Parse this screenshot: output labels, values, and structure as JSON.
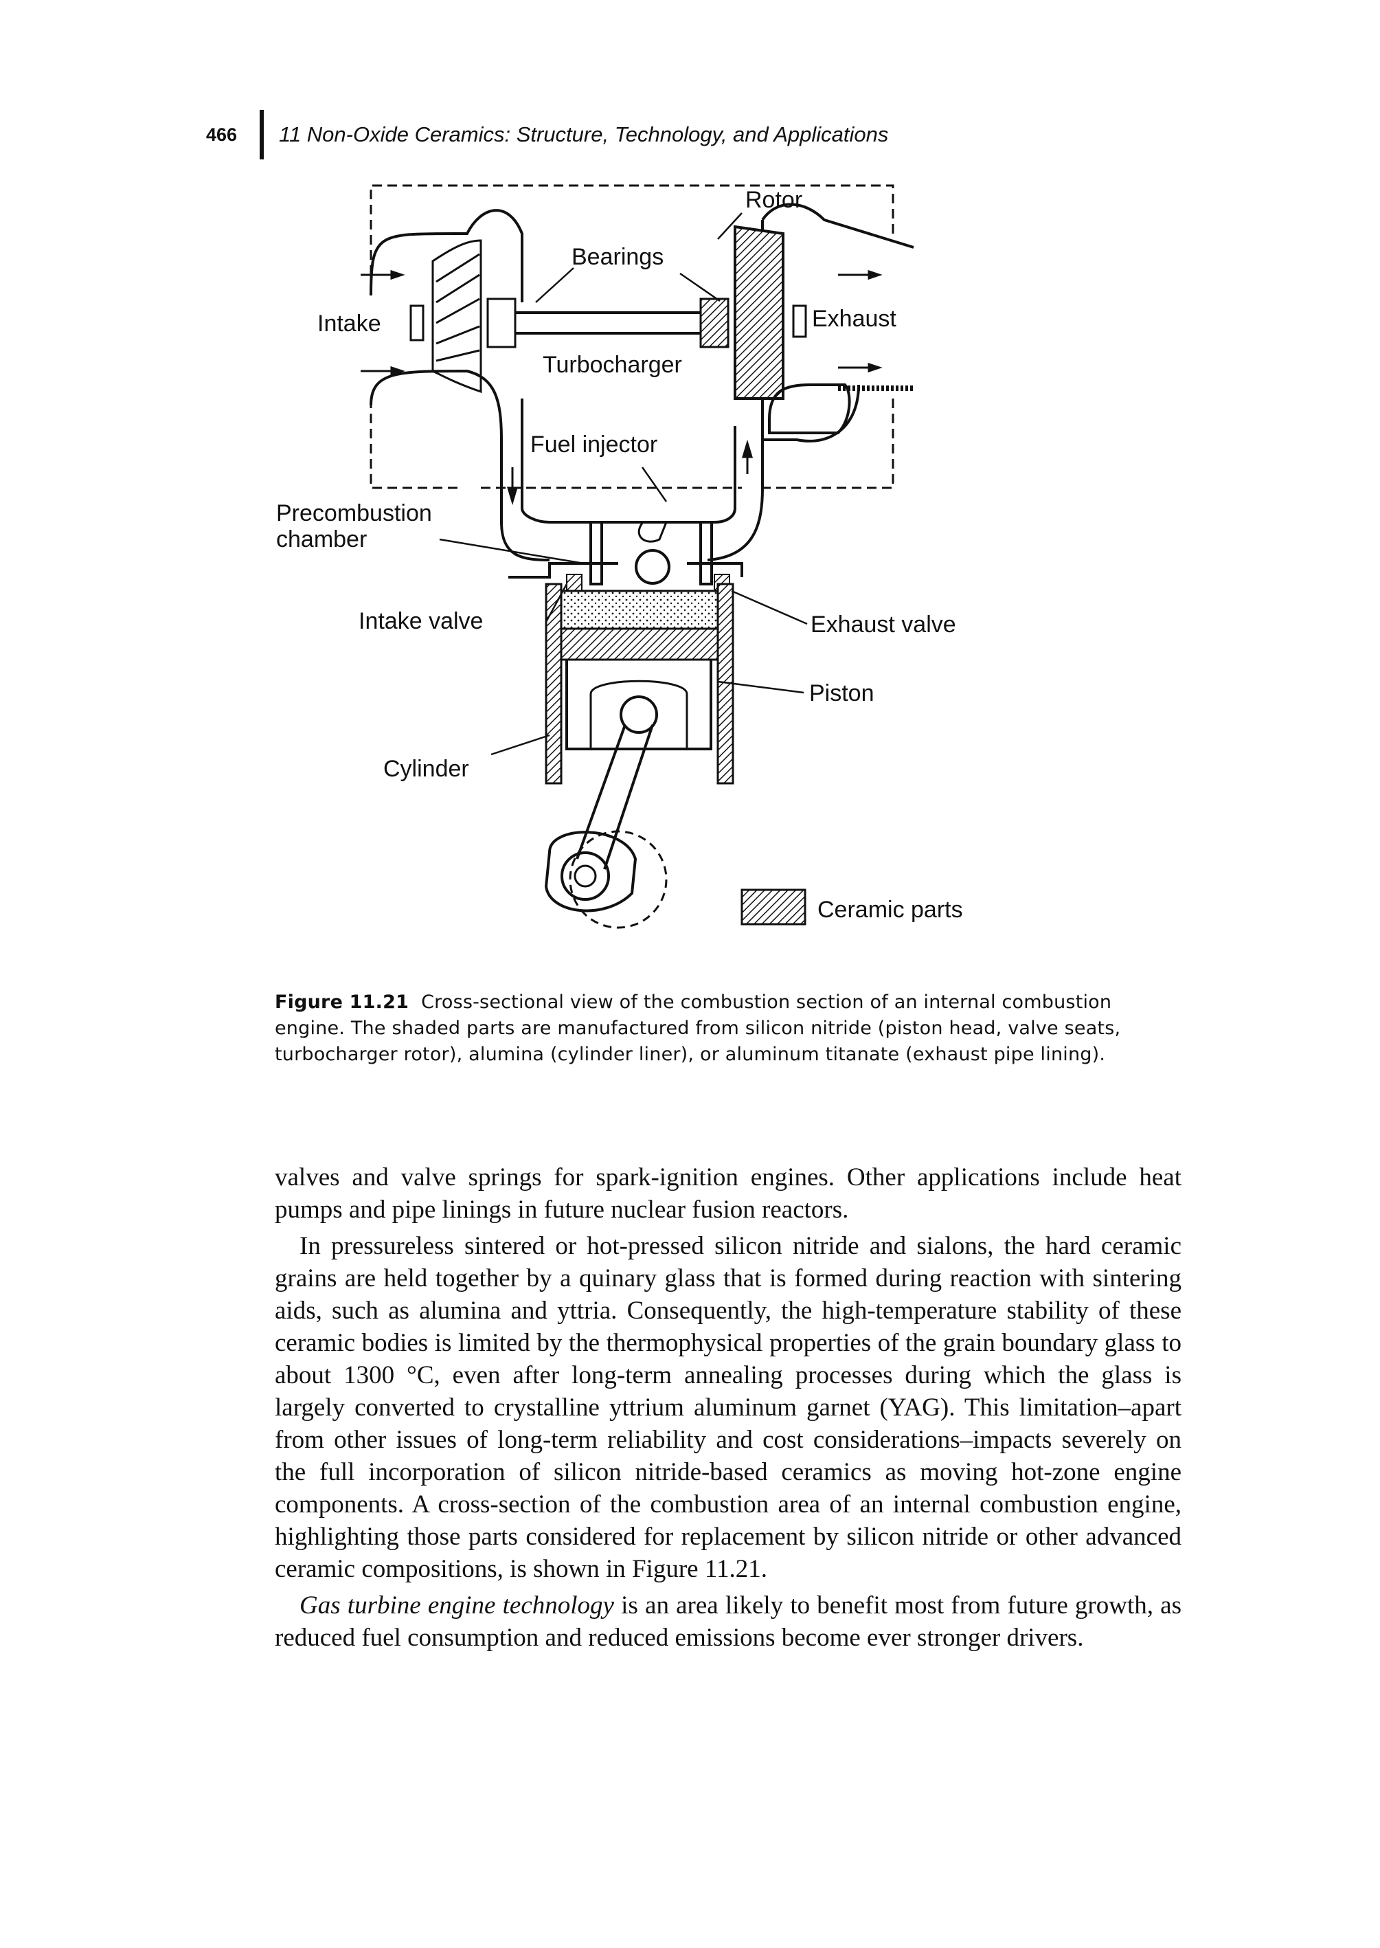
{
  "header": {
    "page_number": "466",
    "running_title": "11 Non-Oxide Ceramics: Structure, Technology, and Applications"
  },
  "figure": {
    "labels": {
      "rotor": "Rotor",
      "bearings": "Bearings",
      "intake": "Intake",
      "exhaust": "Exhaust",
      "turbocharger": "Turbocharger",
      "fuel_injector": "Fuel injector",
      "precombustion_1": "Precombustion",
      "precombustion_2": "chamber",
      "intake_valve": "Intake valve",
      "exhaust_valve": "Exhaust valve",
      "piston": "Piston",
      "cylinder": "Cylinder",
      "ceramic_parts": "Ceramic parts"
    },
    "caption_label": "Figure 11.21",
    "caption_text": "Cross-sectional view of the combustion section of an internal combustion engine. The shaded parts are manufactured from silicon nitride (piston head, valve seats, turbocharger rotor), alumina (cylinder liner), or aluminum titanate (exhaust pipe lining)."
  },
  "body": {
    "p1": "valves and valve springs for spark-ignition engines. Other applications include heat pumps and pipe linings in future nuclear fusion reactors.",
    "p2": "In pressureless sintered or hot-pressed silicon nitride and sialons, the hard ceramic grains are held together by a quinary glass that is formed during reaction with sintering aids, such as alumina and yttria. Consequently, the high-temperature stability of these ceramic bodies is limited by the thermophysical properties of the grain boundary glass to about 1300 °C, even after long-term annealing processes during which the glass is largely converted to crystalline yttrium aluminum garnet (YAG). This limitation–apart from other issues of long-term reliability and cost considerations–impacts severely on the full incorporation of silicon nitride-based ceramics as moving hot-zone engine components. A cross-section of the combustion area of an internal combustion engine, highlighting those parts considered for replacement by silicon nitride or other advanced ceramic compositions, is shown in Figure 11.21.",
    "p3_italic": "Gas turbine engine technology",
    "p3_rest": " is an area likely to benefit most from future growth, as reduced fuel consumption and reduced emissions become ever stronger drivers."
  }
}
